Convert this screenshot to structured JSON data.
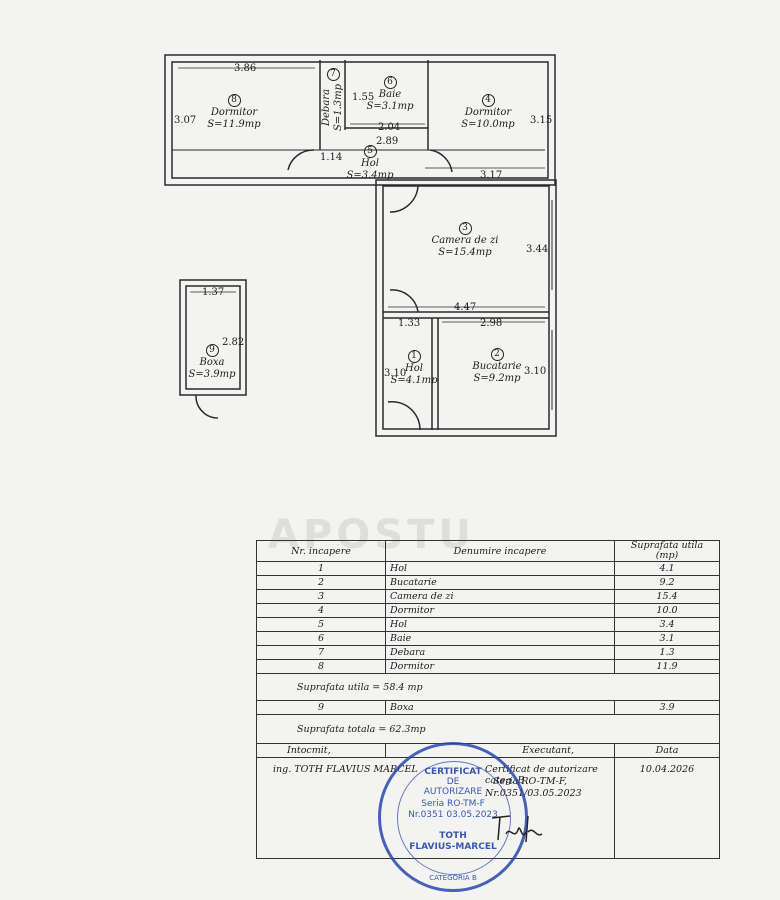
{
  "rooms": [
    {
      "num": "1",
      "name": "Hol",
      "area": "S=4.1mp"
    },
    {
      "num": "2",
      "name": "Bucatarie",
      "area": "S=9.2mp"
    },
    {
      "num": "3",
      "name": "Camera de zi",
      "area": "S=15.4mp"
    },
    {
      "num": "4",
      "name": "Dormitor",
      "area": "S=10.0mp"
    },
    {
      "num": "5",
      "name": "Hol",
      "area": "S=3.4mp"
    },
    {
      "num": "6",
      "name": "Baie",
      "area": "S=3.1mp"
    },
    {
      "num": "7",
      "name": "Debara",
      "area": "S=1.3mp"
    },
    {
      "num": "8",
      "name": "Dormitor",
      "area": "S=11.9mp"
    },
    {
      "num": "9",
      "name": "Boxa",
      "area": "S=3.9mp"
    }
  ],
  "dims": [
    "3.86",
    "3.07",
    "1.55",
    "2.04",
    "2.89",
    "1.14",
    "3.15",
    "3.17",
    "3.44",
    "4.47",
    "1.33",
    "2.98",
    "3.10",
    "3.10",
    "1.37",
    "2.82"
  ],
  "watermark": "APOSTU",
  "table": {
    "headers": [
      "Nr. incapere",
      "Denumire incapere",
      "Suprafata utila (mp)"
    ],
    "rows": [
      [
        "1",
        "Hol",
        "4.1"
      ],
      [
        "2",
        "Bucatarie",
        "9.2"
      ],
      [
        "3",
        "Camera de zi",
        "15.4"
      ],
      [
        "4",
        "Dormitor",
        "10.0"
      ],
      [
        "5",
        "Hol",
        "3.4"
      ],
      [
        "6",
        "Baie",
        "3.1"
      ],
      [
        "7",
        "Debara",
        "1.3"
      ],
      [
        "8",
        "Dormitor",
        "11.9"
      ]
    ],
    "util_total": "Suprafata utila = 58.4 mp",
    "boxa_row": [
      "9",
      "Boxa",
      "3.9"
    ],
    "grand_total": "Suprafata totala = 62.3mp"
  },
  "footer": {
    "intocmit": "Intocmit,",
    "executant": "Executant,",
    "data_label": "Data",
    "author": "ing. TOTH FLAVIUS MARCEL",
    "cert_line1": "Certificat de autorizare categ. B",
    "cert_line2": "Seria RO-TM-F,",
    "cert_line3": "Nr.0351/03.05.2023",
    "date": "10.04.2026"
  },
  "stamp": {
    "l1": "CERTIFICAT",
    "l2": "DE",
    "l3": "AUTORIZARE",
    "l4": "Seria RO-TM-F",
    "l5": "Nr.0351 03.05.2023",
    "l6": "TOTH",
    "l7": "FLAVIUS-MARCEL",
    "l8": "CATEGORIA B"
  },
  "colors": {
    "wall": "#2a2a2a",
    "stamp": "#2846aa"
  }
}
